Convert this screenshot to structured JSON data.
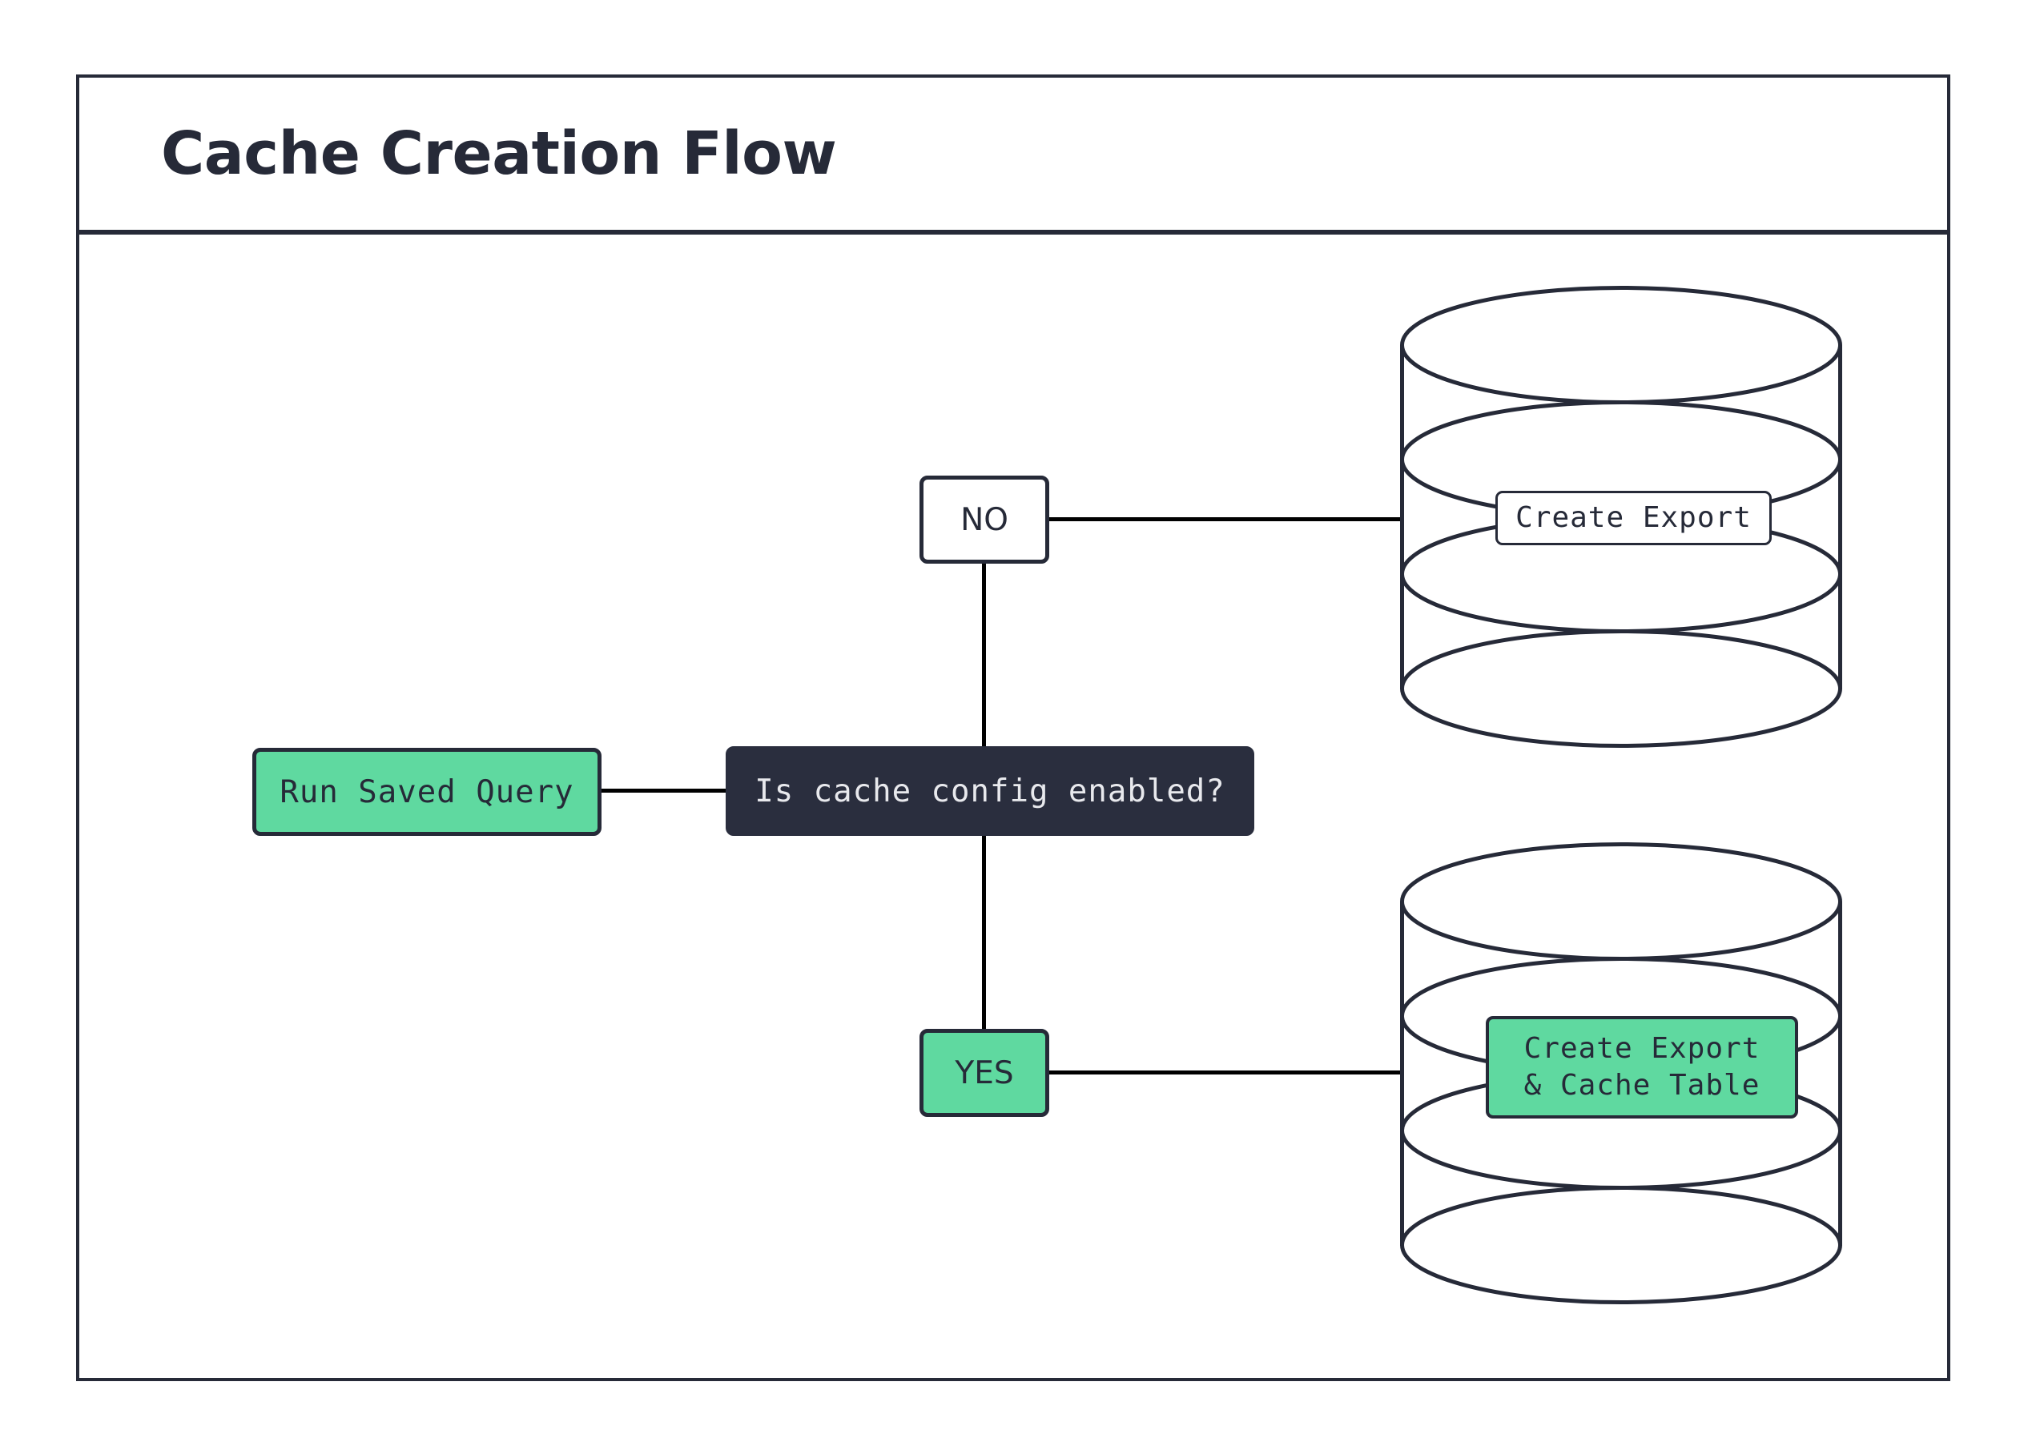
{
  "frame": {
    "title": "Cache Creation Flow"
  },
  "colors": {
    "accent_green": "#5FD9A0",
    "dark_navy": "#262A38",
    "decision_fill": "#2A2E3E",
    "decision_text": "#E8E9ED",
    "edge": "#000000",
    "background": "#FFFFFF"
  },
  "nodes": {
    "run_saved_query": {
      "label": "Run Saved Query",
      "shape": "rounded-rect",
      "fill": "green"
    },
    "decision": {
      "label": "Is cache config enabled?",
      "shape": "rounded-rect",
      "fill": "dark"
    },
    "branch_no": {
      "label": "NO",
      "shape": "rounded-rect",
      "fill": "white"
    },
    "branch_yes": {
      "label": "YES",
      "shape": "rounded-rect",
      "fill": "green"
    },
    "database_export": {
      "label": "Create Export",
      "shape": "cylinder",
      "label_fill": "white"
    },
    "database_cache": {
      "label": "Create Export\n& Cache Table",
      "label_line1": "Create Export",
      "label_line2": "& Cache Table",
      "shape": "cylinder",
      "label_fill": "green"
    }
  },
  "edges": [
    {
      "from": "run_saved_query",
      "to": "decision",
      "orientation": "horizontal"
    },
    {
      "from": "decision",
      "to": "branch_no",
      "orientation": "vertical"
    },
    {
      "from": "decision",
      "to": "branch_yes",
      "orientation": "vertical"
    },
    {
      "from": "branch_no",
      "to": "database_export",
      "orientation": "horizontal"
    },
    {
      "from": "branch_yes",
      "to": "database_cache",
      "orientation": "horizontal"
    }
  ]
}
